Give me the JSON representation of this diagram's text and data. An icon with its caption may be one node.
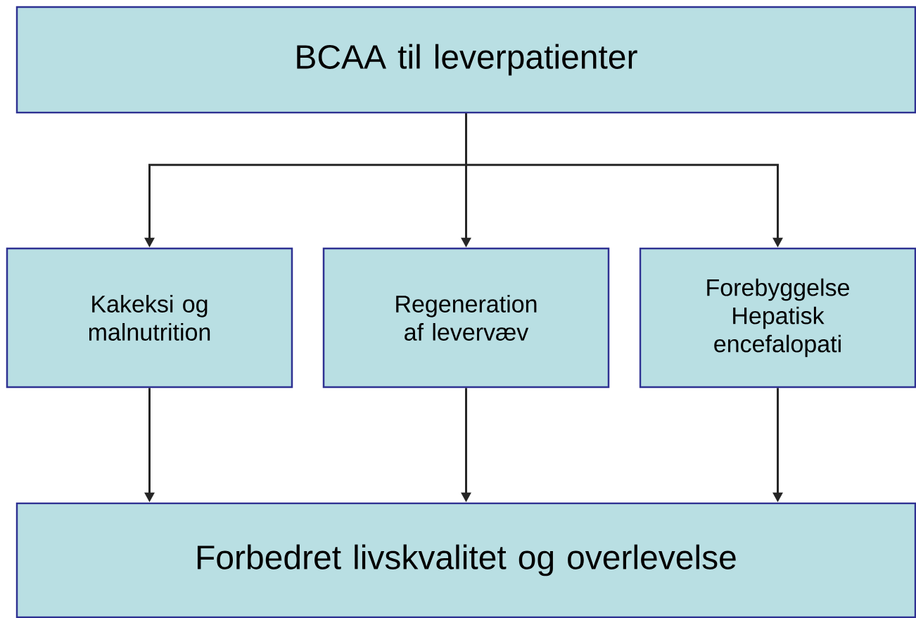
{
  "diagram": {
    "nodes": [
      {
        "text": [
          "BCAA til leverpatienter"
        ]
      },
      {
        "text": [
          "Kakeksi og malnutrition"
        ]
      },
      {
        "text": [
          "Regeneration af levervæv"
        ]
      },
      {
        "text": [
          "Forebyggelse Hepatisk encefalopati"
        ]
      },
      {
        "text": [
          "Forbedret livskvalitet og overlevelse"
        ]
      }
    ],
    "edges": [
      {
        "from": 0,
        "to": 1,
        "arrow": "to"
      },
      {
        "from": 0,
        "to": 2,
        "arrow": "to"
      },
      {
        "from": 0,
        "to": 3,
        "arrow": "to"
      },
      {
        "from": 1,
        "to": 4,
        "arrow": "to"
      },
      {
        "from": 2,
        "to": 4,
        "arrow": "to"
      },
      {
        "from": 3,
        "to": 4,
        "arrow": "to"
      }
    ]
  }
}
